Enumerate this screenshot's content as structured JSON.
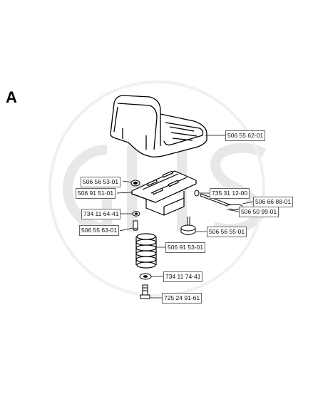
{
  "diagram": {
    "section_letter": "A",
    "watermark": "GHS",
    "parts": {
      "seat": "506 55 62-01",
      "nut_top": "506 56 53-01",
      "plate": "506 91 51-01",
      "pin": "735 31 12-00",
      "clip": "506 66 88-01",
      "washer_pin": "506 50 99-01",
      "washer_small": "734 11 64-41",
      "knob": "506 56 55-01",
      "bolt_small": "506 55 63-01",
      "spring": "506 91 53-01",
      "washer_bottom": "734 11 74-41",
      "bolt_bottom": "725 24 91-61"
    }
  }
}
